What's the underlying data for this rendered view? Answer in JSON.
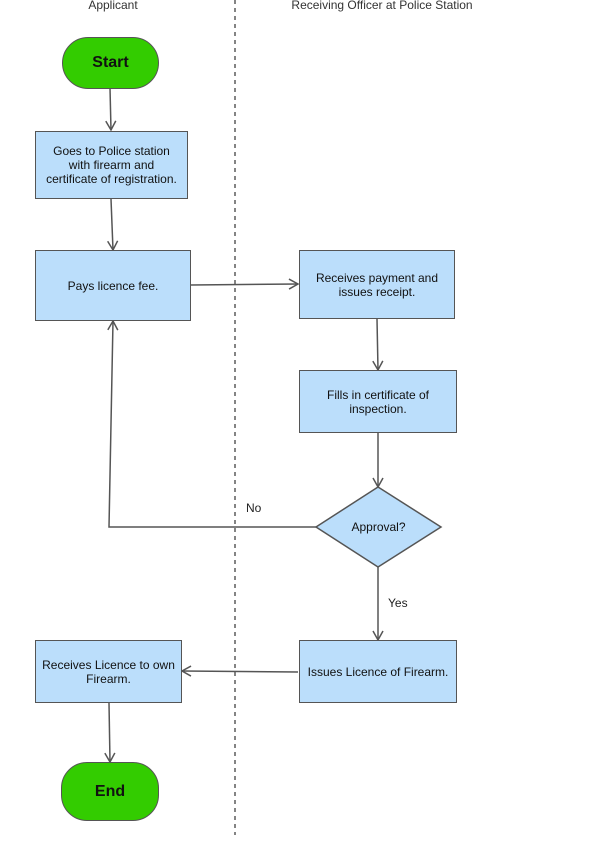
{
  "lanes": {
    "applicant": "Applicant",
    "officer": "Receiving Officer at Police Station"
  },
  "nodes": {
    "start": "Start",
    "goes_to_station": "Goes to Police station\nwith firearm and\ncertificate of registration.",
    "pays_fee": "Pays licence fee.",
    "receives_payment": "Receives payment and\nissues receipt.",
    "fills_certificate": "Fills in certificate of\ninspection.",
    "approval": "Approval?",
    "issues_licence": "Issues Licence of Firearm.",
    "receives_licence": "Receives Licence to own\nFirearm.",
    "end": "End"
  },
  "edges": {
    "no_label": "No",
    "yes_label": "Yes"
  },
  "colors": {
    "terminal_fill": "#33cc00",
    "process_fill": "#bbdefb",
    "stroke": "#555555"
  }
}
